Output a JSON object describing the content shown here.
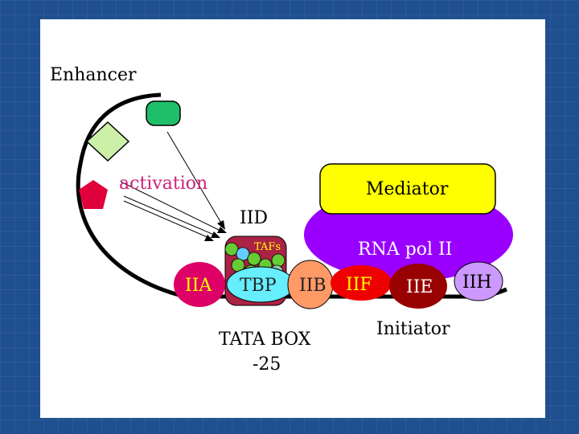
{
  "labels": {
    "enhancer": "Enhancer",
    "activation": "activation",
    "mediator": "Mediator",
    "iid": "IID",
    "tafs": "TAFs",
    "rna_pol": "RNA pol II",
    "iia": "IIA",
    "tbp": "TBP",
    "iib": "IIB",
    "iif": "IIF",
    "iie": "IIE",
    "iih": "IIH",
    "tata_box": "TATA BOX",
    "tata_pos": "-25",
    "initiator": "Initiator"
  },
  "colors": {
    "background": "#1f4f8f",
    "enhancer_green": "#1fbf6a",
    "diamond_green": "#ccf0a8",
    "pentagon_red": "#e0003c",
    "mediator_yellow": "#ffff00",
    "rna_pol_purple": "#9900ff",
    "iia_pink": "#dd0066",
    "tafs_maroon": "#aa2244",
    "tbp_cyan": "#66eeff",
    "iib_orange": "#ff9966",
    "iif_red": "#ee0000",
    "iie_darkred": "#990000",
    "iih_lavender": "#cc99ff"
  }
}
